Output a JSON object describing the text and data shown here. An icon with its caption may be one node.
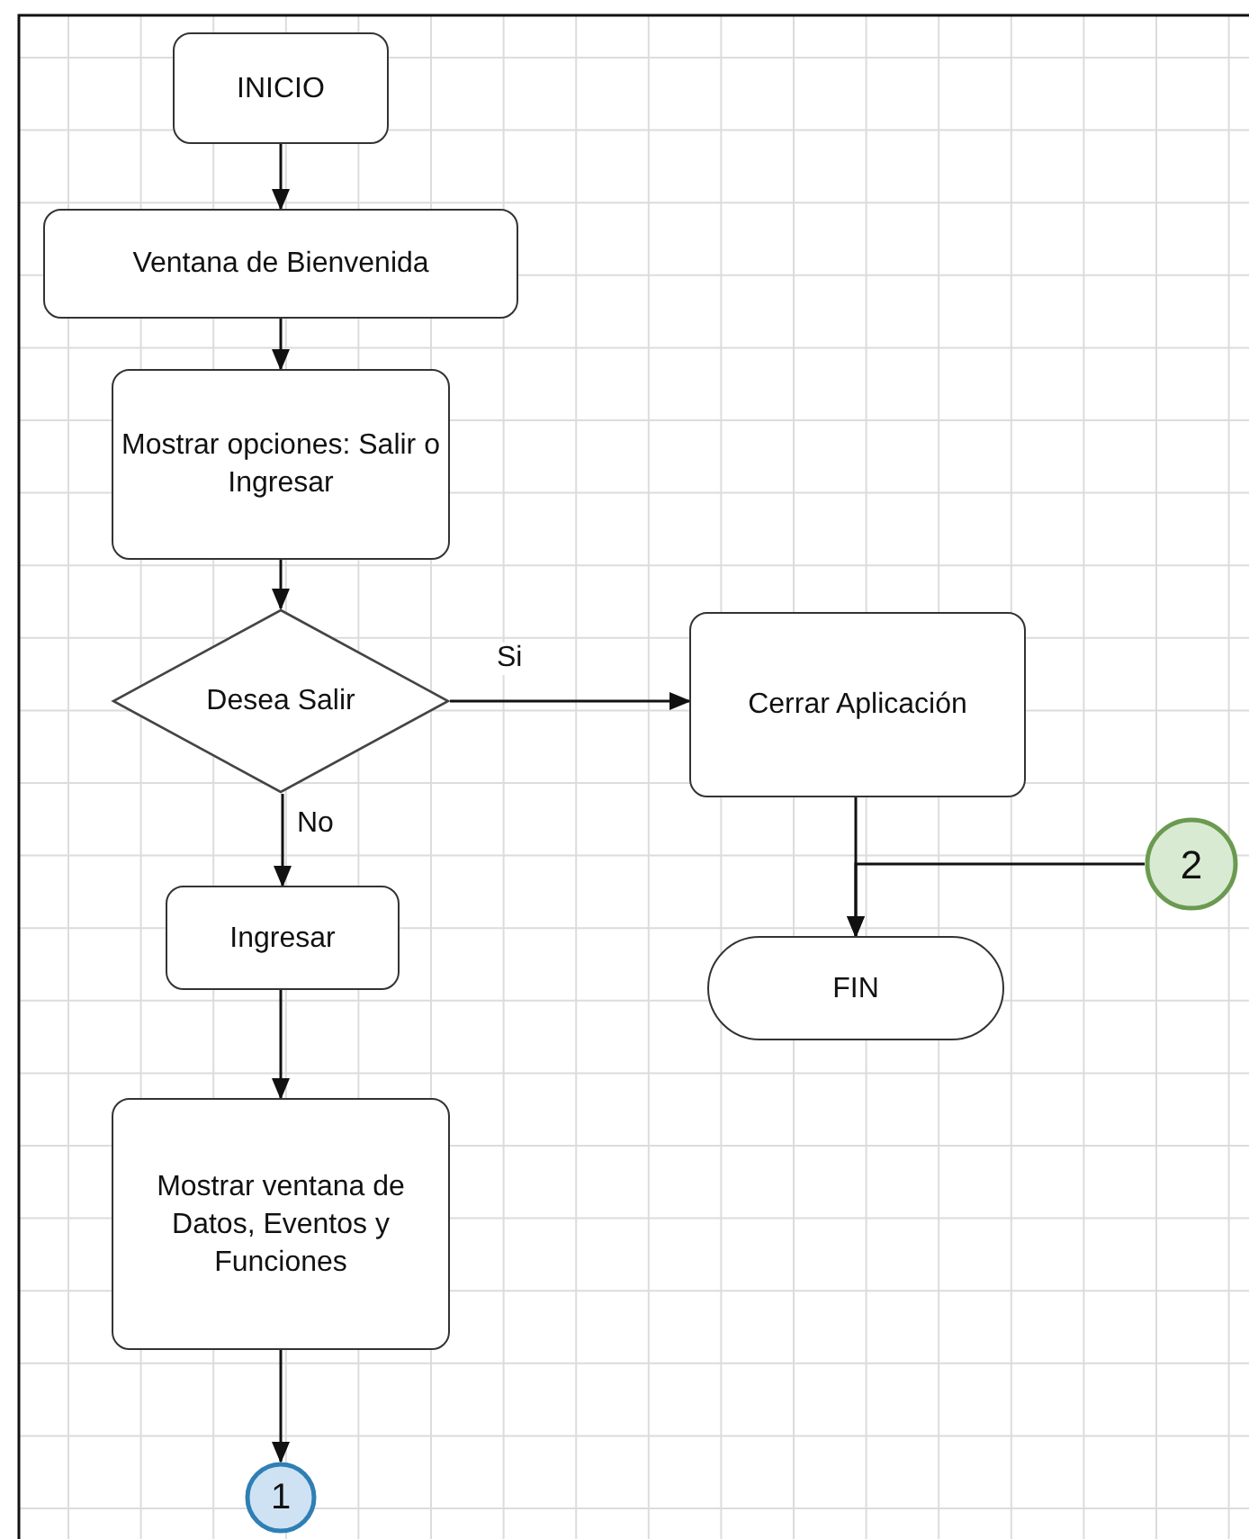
{
  "diagram": {
    "nodes": [
      {
        "text": [
          "INICIO"
        ]
      },
      {
        "text": [
          "Ventana de Bienvenida"
        ]
      },
      {
        "text": [
          "Mostrar opciones: Salir o Ingresar"
        ]
      },
      {
        "text": [
          "Desea Salir"
        ]
      },
      {
        "text": [
          "Cerrar Aplicación"
        ]
      },
      {
        "text": [
          "2"
        ]
      },
      {
        "text": [
          "Ingresar"
        ]
      },
      {
        "text": [
          "FIN"
        ]
      },
      {
        "text": [
          "Mostrar ventana de Datos, Eventos y Funciones"
        ]
      },
      {
        "text": [
          "1"
        ]
      }
    ],
    "edges": [
      {
        "from": 0,
        "to": 1,
        "arrow": "to"
      },
      {
        "from": 1,
        "to": 2,
        "arrow": "to"
      },
      {
        "from": 2,
        "to": 3,
        "arrow": "to"
      },
      {
        "from": 3,
        "to": 4,
        "arrow": "to",
        "label": "Si"
      },
      {
        "from": 3,
        "to": 6,
        "arrow": "to",
        "label": "No"
      },
      {
        "from": 6,
        "to": 8,
        "arrow": "to"
      },
      {
        "from": 8,
        "to": 9,
        "arrow": "to"
      },
      {
        "from": 4,
        "to": 7,
        "arrow": "to"
      },
      {
        "from": 5,
        "to": 7,
        "arrow": "to"
      }
    ]
  }
}
